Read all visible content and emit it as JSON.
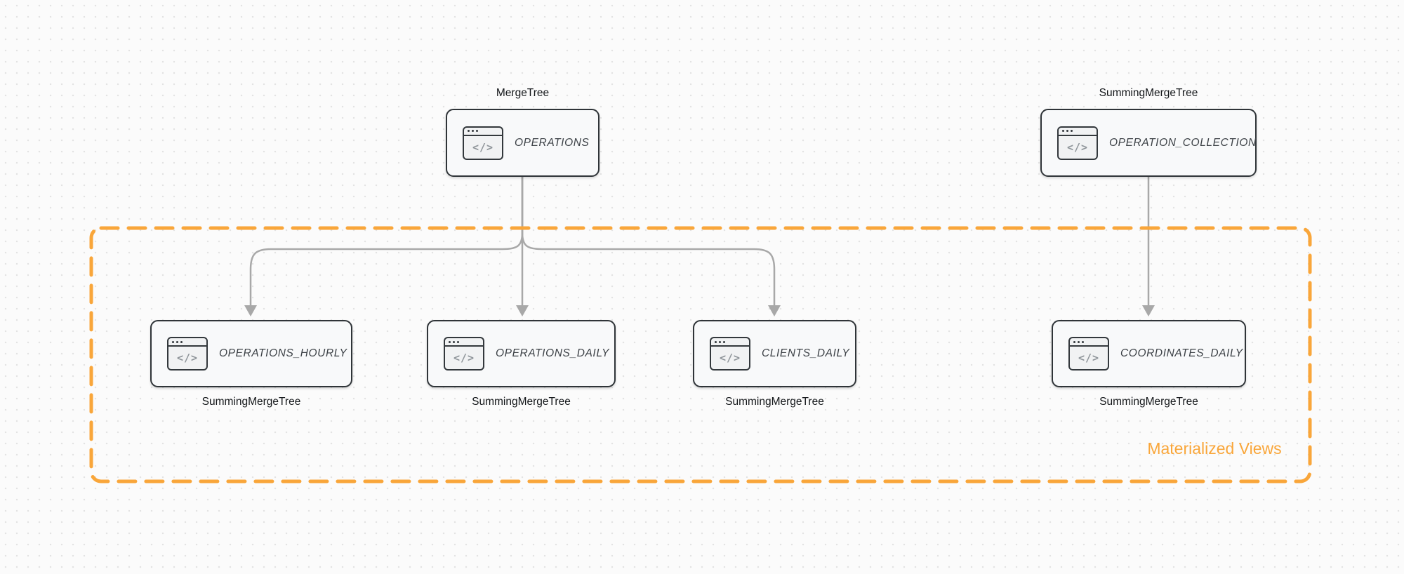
{
  "canvas": {
    "background": "#fbfbfb",
    "dot_color": "#e3e3e3"
  },
  "colors": {
    "accent_orange": "#f9a63a",
    "arrow_gray": "#a8a8a8",
    "node_border": "#2f3438",
    "node_fill": "#f8f9fa",
    "table_text": "#3c4146",
    "label_text": "#131619"
  },
  "group": {
    "label": "Materialized Views"
  },
  "icon_glyph": "</>",
  "nodes": [
    {
      "table": "OPERATIONS",
      "engine": "MergeTree",
      "engine_position": "top",
      "icon": "code-window-icon"
    },
    {
      "table": "OPERATION_COLLECTION",
      "engine": "SummingMergeTree",
      "engine_position": "top",
      "icon": "code-window-icon"
    },
    {
      "table": "OPERATIONS_HOURLY",
      "engine": "SummingMergeTree",
      "engine_position": "bottom",
      "icon": "code-window-icon"
    },
    {
      "table": "OPERATIONS_DAILY",
      "engine": "SummingMergeTree",
      "engine_position": "bottom",
      "icon": "code-window-icon"
    },
    {
      "table": "CLIENTS_DAILY",
      "engine": "SummingMergeTree",
      "engine_position": "bottom",
      "icon": "code-window-icon"
    },
    {
      "table": "COORDINATES_DAILY",
      "engine": "SummingMergeTree",
      "engine_position": "bottom",
      "icon": "code-window-icon"
    }
  ],
  "edges": [
    {
      "from": "OPERATIONS",
      "to": "OPERATIONS_HOURLY"
    },
    {
      "from": "OPERATIONS",
      "to": "OPERATIONS_DAILY"
    },
    {
      "from": "OPERATIONS",
      "to": "CLIENTS_DAILY"
    },
    {
      "from": "OPERATION_COLLECTION",
      "to": "COORDINATES_DAILY"
    }
  ]
}
